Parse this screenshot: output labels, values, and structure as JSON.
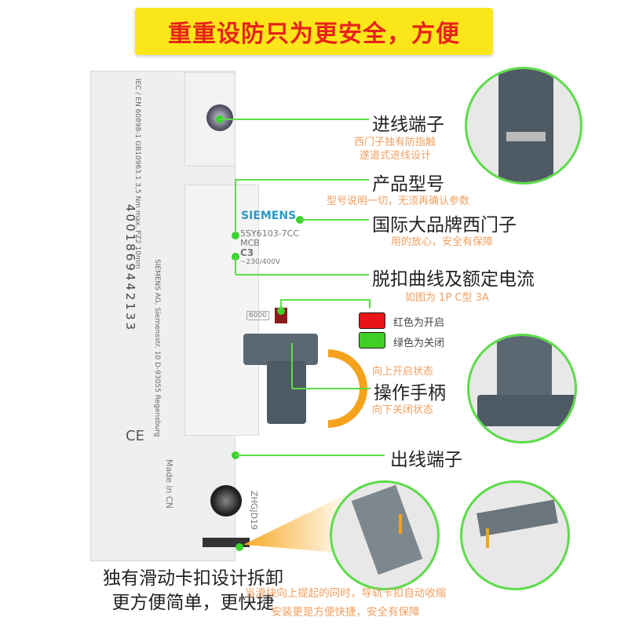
{
  "banner": {
    "title": "重重设防只为更安全，方便",
    "bg": "#fbe61a",
    "color": "#e8221a"
  },
  "breaker": {
    "brand": "SIEMENS",
    "model": "5SY6103-7CC",
    "type": "MCB",
    "curve": "C3",
    "voltage": "~230/400V",
    "rating_box": "6000",
    "standard_text": "IEC / EN 60898-1 GB10963.1 3,5 Nm max. PZ2 10mm",
    "maker_text": "SIEMENS AG, Siemensstr. 10 D-93055 Regensburg",
    "serial": "4001869442133",
    "made_in": "Made in CN",
    "ce_mark": "CE",
    "code": "ZHGJD19"
  },
  "callouts": [
    {
      "title": "进线端子",
      "desc": [
        "西门子独有防指触",
        "遂道式进线设计"
      ]
    },
    {
      "title": "产品型号",
      "desc": [
        "型号说明一切，无须再确认参数"
      ]
    },
    {
      "title": "国际大品牌西门子",
      "desc": [
        "用的放心，安全有保障"
      ]
    },
    {
      "title": "脱扣曲线及额定电流",
      "desc": [
        "如图为 1P C型 3A"
      ]
    },
    {
      "title": "操作手柄",
      "desc": [
        "向上开启状态",
        "向下关闭状态"
      ]
    },
    {
      "title": "出线端子",
      "desc": []
    }
  ],
  "legend": [
    {
      "label": "红色为开启",
      "color": "#e8141a"
    },
    {
      "label": "绿色为关闭",
      "color": "#3fcf25"
    }
  ],
  "bottom": {
    "left": [
      "独有滑动卡扣设计拆卸",
      "更方便简单，更快捷"
    ],
    "right": [
      "当滑块向上提起的同时，导轨卡扣自动收缩",
      "安装更是方便快捷，安全有保障"
    ]
  },
  "accent": "#5ddc4a",
  "orange": "#f0a060"
}
